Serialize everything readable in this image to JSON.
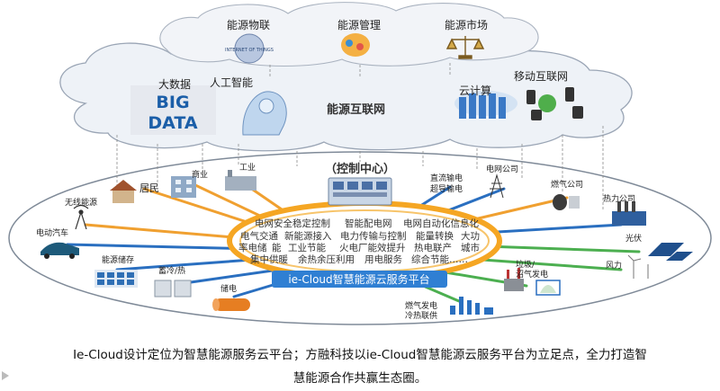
{
  "top_categories": [
    {
      "label": "能源物联",
      "icon": "iot-globe-icon"
    },
    {
      "label": "能源管理",
      "icon": "brain-gear-icon"
    },
    {
      "label": "能源市场",
      "icon": "balance-scale-icon"
    }
  ],
  "cloud_upper": {
    "big_data_label": "大数据",
    "big_data_image_text": "BIG DATA",
    "ai_label": "人工智能",
    "center_label": "能源互联网",
    "cloud_computing_label": "云计算",
    "mobile_internet_label": "移动互联网"
  },
  "control_center": {
    "label": "（控制中心）"
  },
  "nodes": {
    "residential": "居民",
    "commercial": "商业",
    "industrial": "工业",
    "wireless_energy": "无线能源",
    "electric_car": "电动汽车",
    "energy_storage": "能源储存",
    "cold_heat_storage": "蓄冷/热",
    "electricity_storage": "储电",
    "dc_transmission": "直流输电",
    "superconducting": "超导输电",
    "power_company": "电网公司",
    "gas_company": "燃气公司",
    "heat_company": "热力公司",
    "photovoltaic": "光伏",
    "wind_power": "风力",
    "waste_biogas": "垃圾/\n沼气发电",
    "gas_power_cchp": "燃气发电\n冷热联供"
  },
  "services": [
    "电网安全稳定控制",
    "智能配电网",
    "电网自动化信息化",
    "电气交通",
    "新能源接入",
    "电力传输与控制",
    "能量转换",
    "大功",
    "率电储",
    "能",
    "工业节能",
    "火电厂能效提升",
    "热电联产",
    "城市",
    "集中供暖",
    "余热余压利用",
    "用电服务",
    "综合节能……"
  ],
  "platform_banner": "ie-Cloud智慧能源云服务平台",
  "caption": [
    "Ie-Cloud设计定位为智慧能源服务云平台；方融科技以ie-Cloud智慧能源云服务平台为立足点，全力打造智",
    "慧能源合作共赢生态圈。"
  ],
  "colors": {
    "cloud_fill": "#eef2f7",
    "cloud_stroke": "#9aa5b5",
    "ring_orange": "#f5a623",
    "banner_blue": "#2f7fd3",
    "spoke_orange": "#f0a030",
    "spoke_blue": "#2a6fc0",
    "spoke_green": "#4caf50"
  }
}
